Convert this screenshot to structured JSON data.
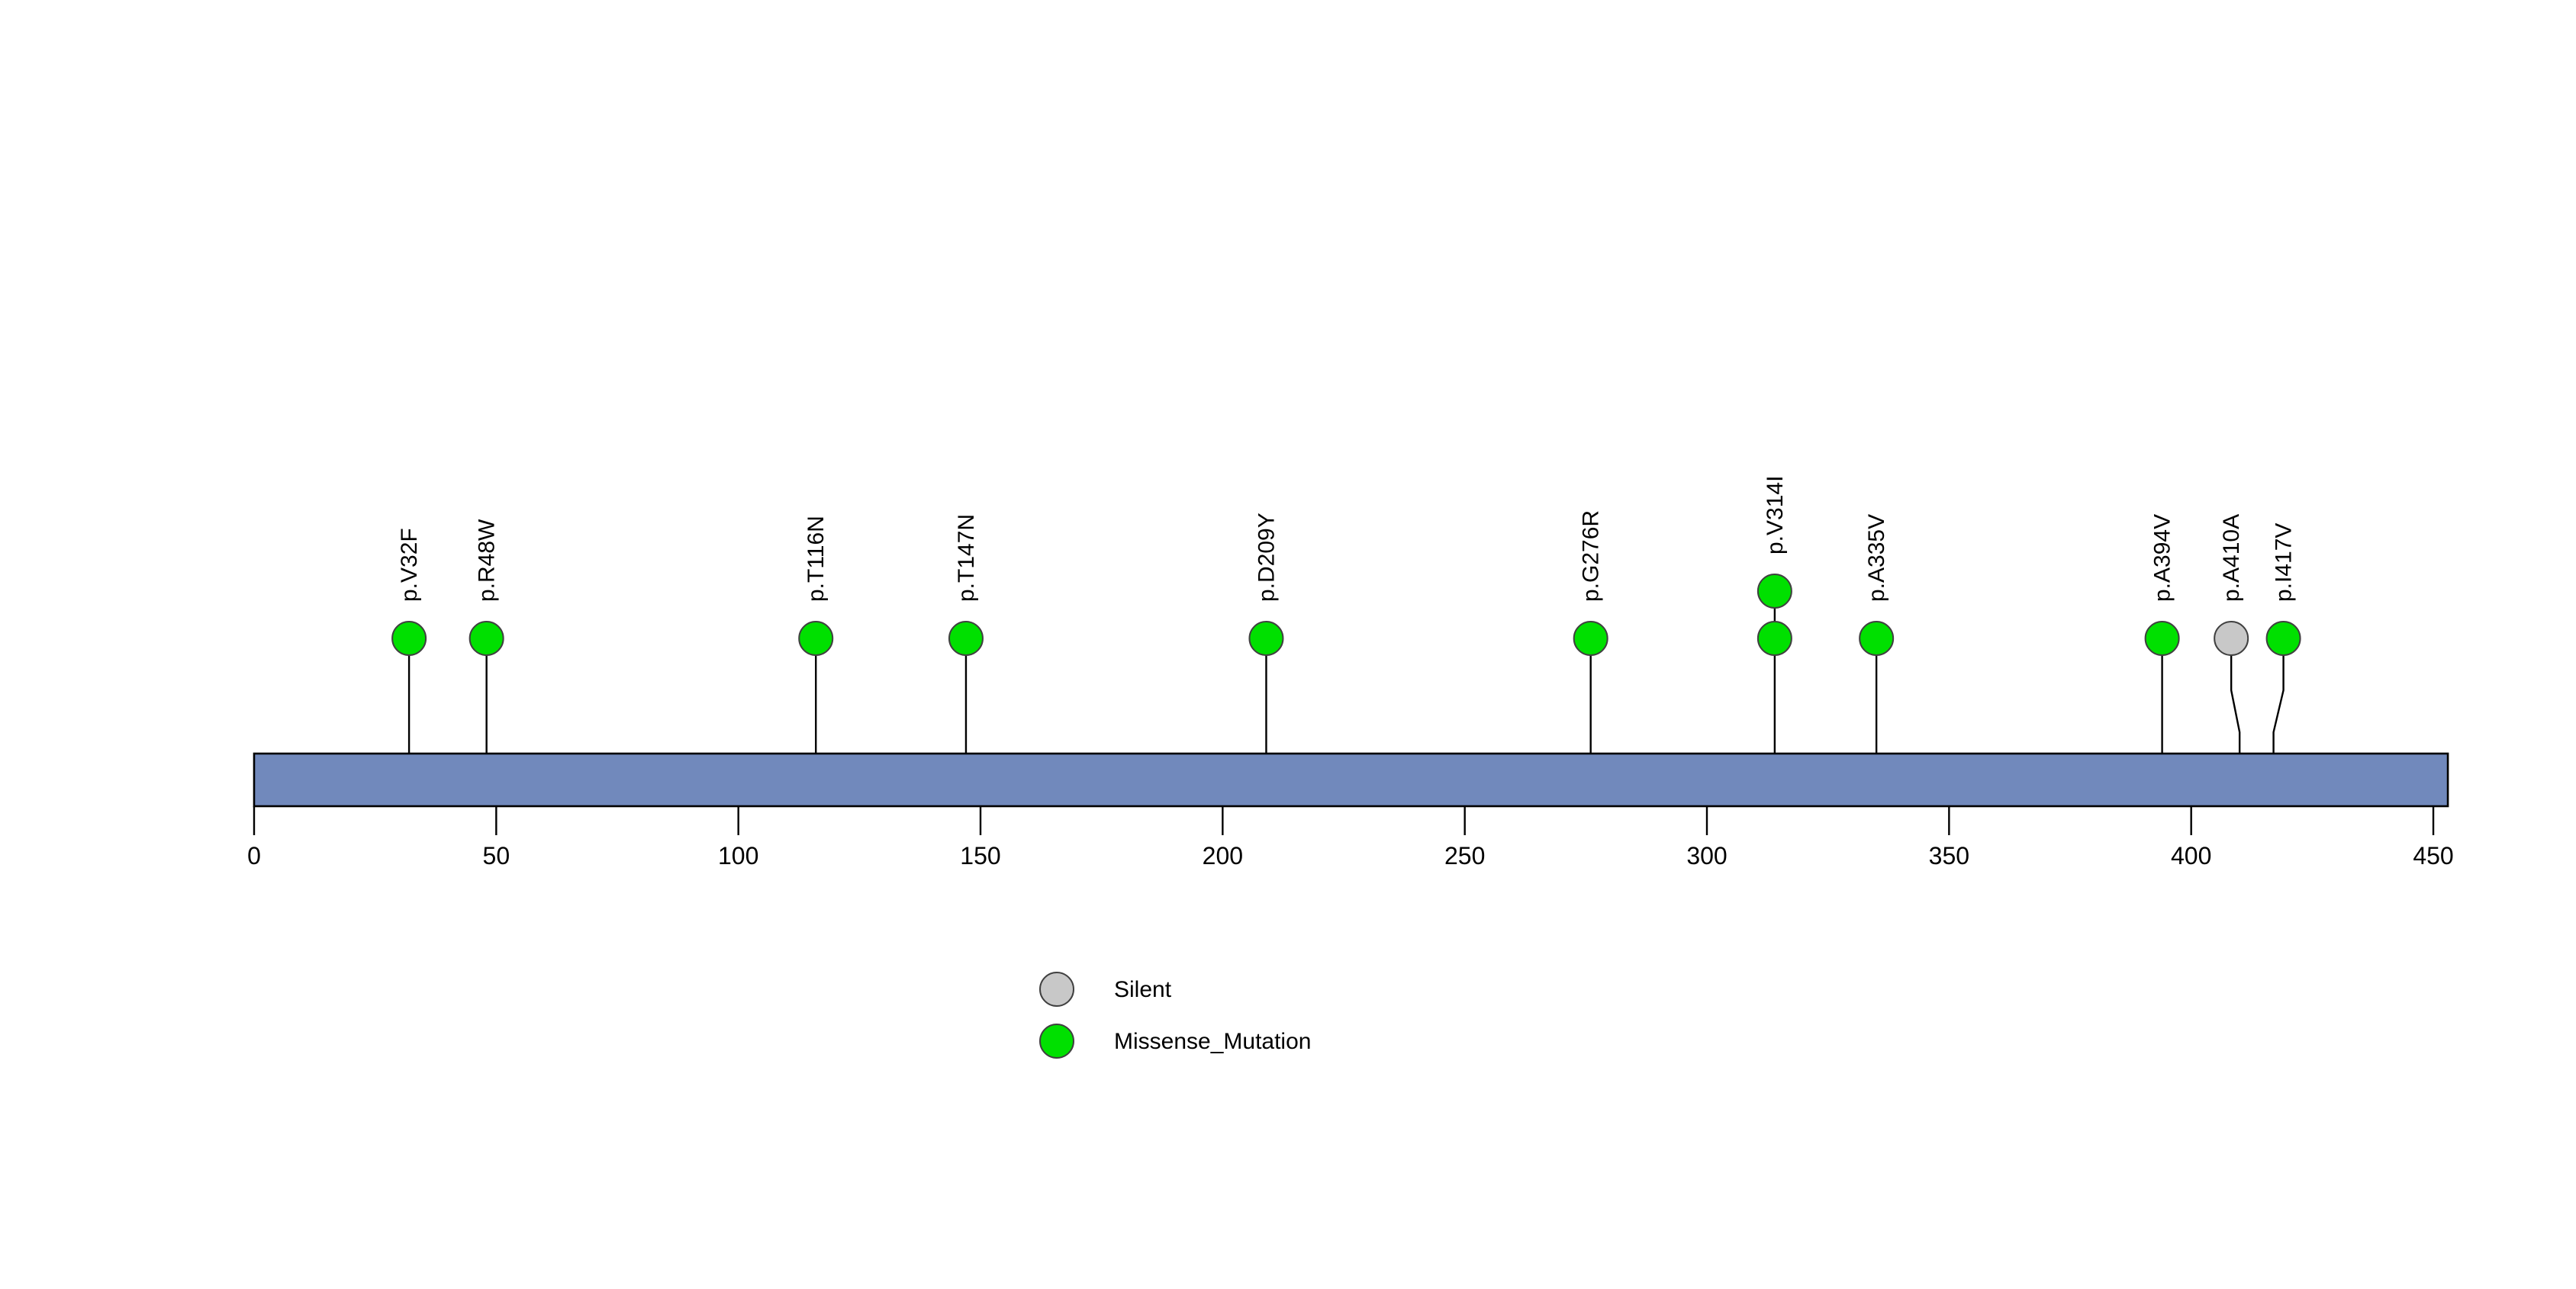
{
  "chart_data": {
    "type": "lollipop",
    "title": "",
    "xlabel": "",
    "ylabel": "",
    "xlim": [
      0,
      453
    ],
    "grid": false,
    "legend_position": "bottom-center",
    "protein_domain": {
      "label": "",
      "start": 0,
      "end": 453,
      "color": "#7189BC",
      "border_color": "#000000"
    },
    "axis": {
      "ticks": [
        0,
        50,
        100,
        150,
        200,
        250,
        300,
        350,
        400,
        450
      ],
      "tick_labels": [
        "0",
        "50",
        "100",
        "150",
        "200",
        "250",
        "300",
        "350",
        "400",
        "450"
      ]
    },
    "categories": [
      "p.V32F",
      "p.R48W",
      "p.T116N",
      "p.T147N",
      "p.D209Y",
      "p.G276R",
      "p.V314I",
      "p.A335V",
      "p.A394V",
      "p.A410A",
      "p.I417V"
    ],
    "values": [
      1,
      1,
      1,
      1,
      1,
      1,
      2,
      1,
      1,
      1,
      1
    ],
    "mutations": [
      {
        "label": "p.V32F",
        "position": 32,
        "count": 1,
        "type": "Missense_Mutation",
        "color": "#00E000",
        "stem_bend": 0
      },
      {
        "label": "p.R48W",
        "position": 48,
        "count": 1,
        "type": "Missense_Mutation",
        "color": "#00E000",
        "stem_bend": 0
      },
      {
        "label": "p.T116N",
        "position": 116,
        "count": 1,
        "type": "Missense_Mutation",
        "color": "#00E000",
        "stem_bend": 0
      },
      {
        "label": "p.T147N",
        "position": 147,
        "count": 1,
        "type": "Missense_Mutation",
        "color": "#00E000",
        "stem_bend": 0
      },
      {
        "label": "p.D209Y",
        "position": 209,
        "count": 1,
        "type": "Missense_Mutation",
        "color": "#00E000",
        "stem_bend": 0
      },
      {
        "label": "p.G276R",
        "position": 276,
        "count": 1,
        "type": "Missense_Mutation",
        "color": "#00E000",
        "stem_bend": 0
      },
      {
        "label": "p.V314I",
        "position": 314,
        "count": 2,
        "type": "Missense_Mutation",
        "color": "#00E000",
        "stem_bend": 0
      },
      {
        "label": "p.A335V",
        "position": 335,
        "count": 1,
        "type": "Missense_Mutation",
        "color": "#00E000",
        "stem_bend": 0
      },
      {
        "label": "p.A394V",
        "position": 394,
        "count": 1,
        "type": "Missense_Mutation",
        "color": "#00E000",
        "stem_bend": 0
      },
      {
        "label": "p.A410A",
        "position": 410,
        "count": 1,
        "type": "Silent",
        "color": "#C8C8C8",
        "stem_bend": -11
      },
      {
        "label": "p.I417V",
        "position": 417,
        "count": 1,
        "type": "Missense_Mutation",
        "color": "#00E000",
        "stem_bend": 13
      }
    ],
    "legend": [
      {
        "label": "Silent",
        "color": "#C8C8C8"
      },
      {
        "label": "Missense_Mutation",
        "color": "#00E000"
      }
    ]
  }
}
